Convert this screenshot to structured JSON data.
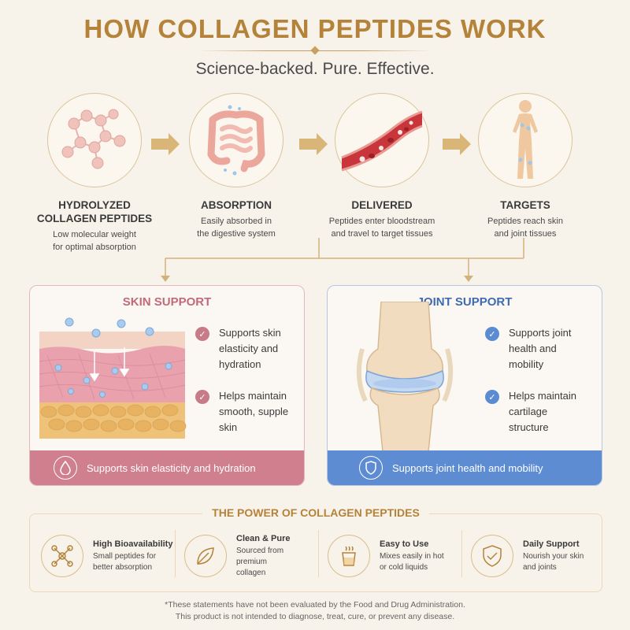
{
  "header": {
    "title": "HOW COLLAGEN PEPTIDES WORK",
    "subtitle": "Science-backed. Pure. Effective."
  },
  "steps": [
    {
      "title_line1": "HYDROLYZED",
      "title_line2": "COLLAGEN PEPTIDES",
      "desc_line1": "Low molecular weight",
      "desc_line2": "for optimal absorption",
      "icon": "molecule-icon"
    },
    {
      "title_line1": "ABSORPTION",
      "title_line2": "",
      "desc_line1": "Easily absorbed in",
      "desc_line2": "the digestive system",
      "icon": "intestine-icon"
    },
    {
      "title_line1": "DELIVERED",
      "title_line2": "",
      "desc_line1": "Peptides enter bloodstream",
      "desc_line2": "and travel to target tissues",
      "icon": "blood-vessel-icon"
    },
    {
      "title_line1": "TARGETS",
      "title_line2": "",
      "desc_line1": "Peptides reach skin",
      "desc_line2": "and joint tissues",
      "icon": "body-icon"
    }
  ],
  "skin": {
    "title": "SKIN SUPPORT",
    "bullets": [
      {
        "l1": "Supports skin",
        "l2": "elasticity and",
        "l3": "hydration"
      },
      {
        "l1": "Helps maintain",
        "l2": "smooth, supple",
        "l3": "skin"
      }
    ],
    "footer": "Supports skin elasticity and hydration",
    "colors": {
      "accent": "#cf7f8e",
      "title": "#c06a7a"
    }
  },
  "joint": {
    "title": "JOINT SUPPORT",
    "bullets": [
      {
        "l1": "Supports joint",
        "l2": "health and",
        "l3": "mobility"
      },
      {
        "l1": "Helps maintain",
        "l2": "cartilage",
        "l3": "structure"
      }
    ],
    "footer": "Supports joint health and mobility",
    "colors": {
      "accent": "#5d8cd3",
      "title": "#3e6bb0"
    }
  },
  "power": {
    "title": "THE POWER OF COLLAGEN PEPTIDES",
    "features": [
      {
        "title": "High Bioavailability",
        "d1": "Small peptides for",
        "d2": "better absorption",
        "icon": "network-icon"
      },
      {
        "title": "Clean & Pure",
        "d1": "Sourced from premium",
        "d2": "collagen",
        "icon": "leaf-icon"
      },
      {
        "title": "Easy to Use",
        "d1": "Mixes easily in hot",
        "d2": "or cold liquids",
        "icon": "cup-icon"
      },
      {
        "title": "Daily Support",
        "d1": "Nourish your skin",
        "d2": "and joints",
        "icon": "shield-check-icon"
      }
    ]
  },
  "disclaimer": {
    "line1": "*These statements have not been evaluated by the Food and Drug Administration.",
    "line2": "This product is not intended to diagnose, treat, cure, or prevent any disease."
  },
  "colors": {
    "gold": "#b5823a",
    "background": "#f8f3ea"
  }
}
